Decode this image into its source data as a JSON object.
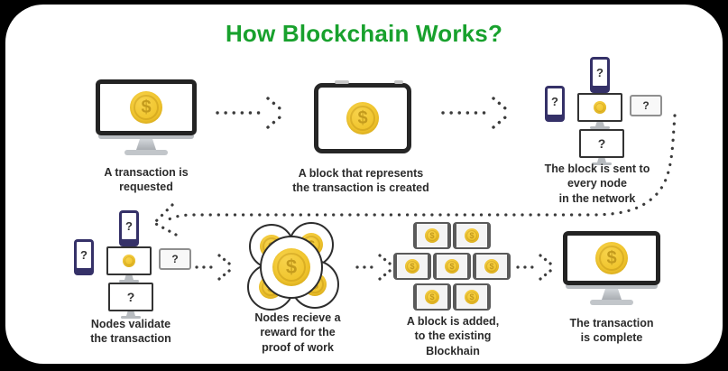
{
  "title": {
    "text": "How Blockchain Works?"
  },
  "symbols": {
    "dollar": "$",
    "question": "?"
  },
  "steps": [
    {
      "name": "transaction-requested",
      "icon": "desktop-monitor-coin-icon",
      "caption": "A transaction is\nrequested"
    },
    {
      "name": "block-created",
      "icon": "tablet-coin-icon",
      "caption": "A block that represents\nthe transaction is created"
    },
    {
      "name": "block-sent",
      "icon": "network-nodes-icon",
      "caption": "The block is sent to\nevery node\nin the network"
    },
    {
      "name": "nodes-validate",
      "icon": "network-nodes-icon",
      "caption": "Nodes validate\nthe transaction"
    },
    {
      "name": "nodes-reward",
      "icon": "reward-coins-icon",
      "caption": "Nodes recieve a\nreward for the\nproof of work"
    },
    {
      "name": "block-added",
      "icon": "blockchain-blocks-icon",
      "caption": "A block is added,\nto the existing\nBlockhain"
    },
    {
      "name": "transaction-complete",
      "icon": "desktop-monitor-coin-icon",
      "caption": "The transaction\nis complete"
    }
  ],
  "colors": {
    "title_green": "#18A12D",
    "coin_gold": "#F1C62F",
    "coin_symbol": "#C49B1D",
    "phone_frame": "#353168",
    "monitor_frame": "#232323",
    "arrow_dots": "#3B3B3B",
    "background": "#000000",
    "card": "#FFFFFF"
  }
}
